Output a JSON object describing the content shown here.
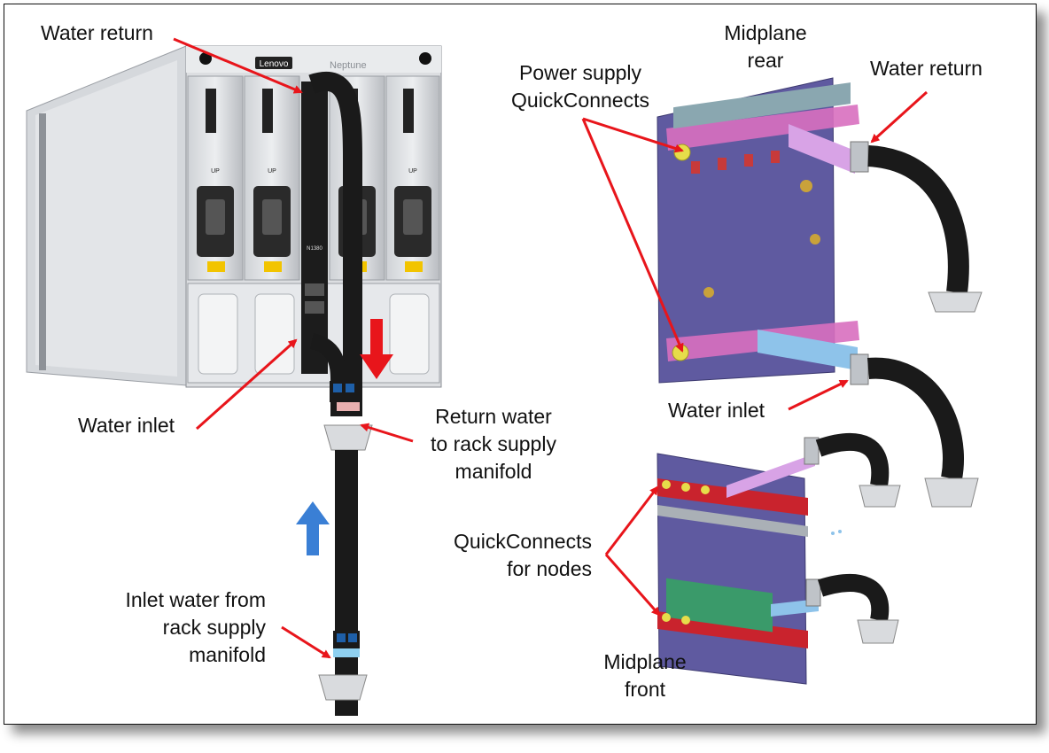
{
  "labels": {
    "water_return_left": "Water return",
    "water_inlet_left": "Water inlet",
    "return_water": [
      "Return water",
      "to rack supply",
      "manifold"
    ],
    "inlet_water": [
      "Inlet water from",
      "rack supply",
      "manifold"
    ],
    "midplane_rear": [
      "Midplane",
      "rear"
    ],
    "power_supply": [
      "Power supply",
      "QuickConnects"
    ],
    "water_return_right": "Water return",
    "water_inlet_right": "Water inlet",
    "quickconnects_nodes": [
      "QuickConnects",
      "for nodes"
    ],
    "midplane_front": [
      "Midplane",
      "front"
    ]
  },
  "chassis": {
    "brand": "Lenovo",
    "product": "Neptune",
    "module_label": "N1380",
    "psu_marking": "UP"
  },
  "colors": {
    "callout_arrow": "#e8151b",
    "flow_out": "#e8151b",
    "flow_in": "#3a7fd5",
    "hose": "#1a1a1a",
    "midplane_panel": "#5f5aa0",
    "rear_manifold": "#d8a3e6",
    "front_manifold": "#8ec3ea",
    "quickconnect_rail": "#c9232d",
    "power_bar": "#d86fbf",
    "node_board": "#3a9a6a"
  },
  "icons": [
    "arrow-down-icon",
    "arrow-up-icon"
  ]
}
